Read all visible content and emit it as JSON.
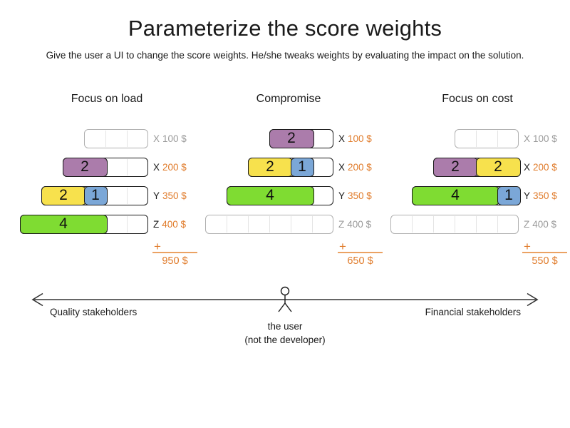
{
  "title": "Parameterize the score weights",
  "subtitle": "Give the user a UI to change the score weights. He/she tweaks weights by evaluating the impact on the solution.",
  "plus": "+",
  "colors": {
    "purple": "#ab7cab",
    "yellow": "#f7e14d",
    "blue": "#7ba7d7",
    "green": "#7fdc32",
    "orange": "#e07b2a",
    "inactive_text": "#9a9a9a",
    "arrow": "#666666"
  },
  "columns": [
    {
      "title": "Focus on load",
      "total": "950 $",
      "rows": [
        {
          "label": "X",
          "price": "100 $",
          "cells": 3,
          "active": false,
          "segments": []
        },
        {
          "label": "X",
          "price": "200 $",
          "cells": 4,
          "active": true,
          "segments": [
            {
              "value": "2",
              "color": "purple",
              "cells": 2
            }
          ]
        },
        {
          "label": "Y",
          "price": "350 $",
          "cells": 5,
          "active": true,
          "segments": [
            {
              "value": "2",
              "color": "yellow",
              "cells": 2
            },
            {
              "value": "1",
              "color": "blue",
              "cells": 1
            }
          ]
        },
        {
          "label": "Z",
          "price": "400 $",
          "cells": 6,
          "active": true,
          "segments": [
            {
              "value": "4",
              "color": "green",
              "cells": 4
            }
          ]
        }
      ]
    },
    {
      "title": "Compromise",
      "total": "650 $",
      "rows": [
        {
          "label": "X",
          "price": "100 $",
          "cells": 3,
          "active": true,
          "segments": [
            {
              "value": "2",
              "color": "purple",
              "cells": 2
            }
          ]
        },
        {
          "label": "X",
          "price": "200 $",
          "cells": 4,
          "active": true,
          "segments": [
            {
              "value": "2",
              "color": "yellow",
              "cells": 2
            },
            {
              "value": "1",
              "color": "blue",
              "cells": 1
            }
          ]
        },
        {
          "label": "Y",
          "price": "350 $",
          "cells": 5,
          "active": true,
          "segments": [
            {
              "value": "4",
              "color": "green",
              "cells": 4
            }
          ]
        },
        {
          "label": "Z",
          "price": "400 $",
          "cells": 6,
          "active": false,
          "segments": []
        }
      ]
    },
    {
      "title": "Focus on cost",
      "total": "550 $",
      "rows": [
        {
          "label": "X",
          "price": "100 $",
          "cells": 3,
          "active": false,
          "segments": []
        },
        {
          "label": "X",
          "price": "200 $",
          "cells": 4,
          "active": true,
          "segments": [
            {
              "value": "2",
              "color": "purple",
              "cells": 2
            },
            {
              "value": "2",
              "color": "yellow",
              "cells": 2
            }
          ]
        },
        {
          "label": "Y",
          "price": "350 $",
          "cells": 5,
          "active": true,
          "segments": [
            {
              "value": "4",
              "color": "green",
              "cells": 4
            },
            {
              "value": "1",
              "color": "blue",
              "cells": 1
            }
          ]
        },
        {
          "label": "Z",
          "price": "400 $",
          "cells": 6,
          "active": false,
          "segments": []
        }
      ]
    }
  ],
  "axis": {
    "left_label": "Quality stakeholders",
    "right_label": "Financial stakeholders",
    "center_label_line1": "the user",
    "center_label_line2": "(not the developer)"
  }
}
